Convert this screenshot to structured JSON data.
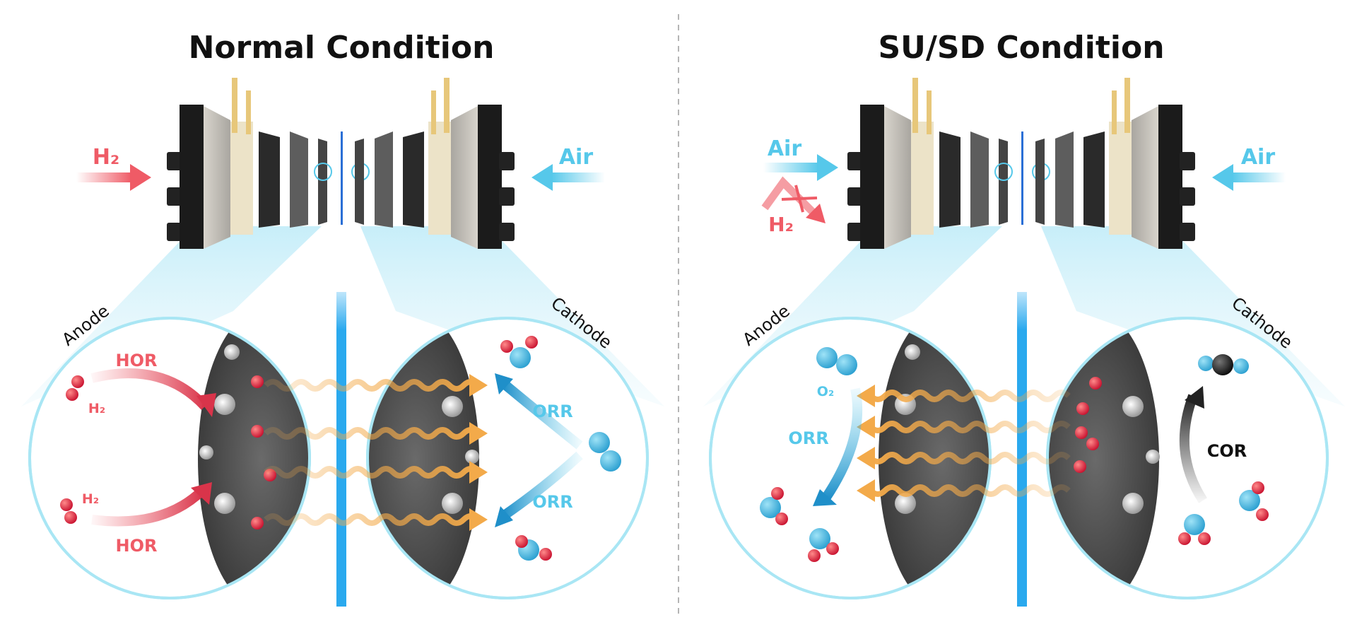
{
  "colors": {
    "hydrogen": "#ef5b66",
    "oxygen_air": "#56c8ea",
    "membrane": "#2aa9ee",
    "proton_wave": "#f3aa4a",
    "circle_border": "#a9e6f4",
    "catalyst_dark": "#3c3c3c",
    "background": "#ffffff",
    "divider": "#b5b5b5"
  },
  "left_panel": {
    "title": "Normal Condition",
    "inlet_left": "H₂",
    "inlet_right": "Air",
    "anode_label": "Anode",
    "cathode_label": "Cathode",
    "anode": {
      "reaction_top": "HOR",
      "species_top": "H₂",
      "reaction_bottom": "HOR",
      "species_bottom": "H₂"
    },
    "cathode": {
      "reaction_top": "ORR",
      "reaction_bottom": "ORR"
    },
    "wave_direction": "anode-to-cathode"
  },
  "right_panel": {
    "title": "SU/SD Condition",
    "inlet_left": "Air",
    "inlet_left_blocked": "H₂",
    "inlet_right": "Air",
    "anode_label": "Anode",
    "cathode_label": "Cathode",
    "anode": {
      "species": "O₂",
      "reaction": "ORR"
    },
    "cathode": {
      "reaction": "COR"
    },
    "wave_direction": "cathode-to-anode"
  }
}
